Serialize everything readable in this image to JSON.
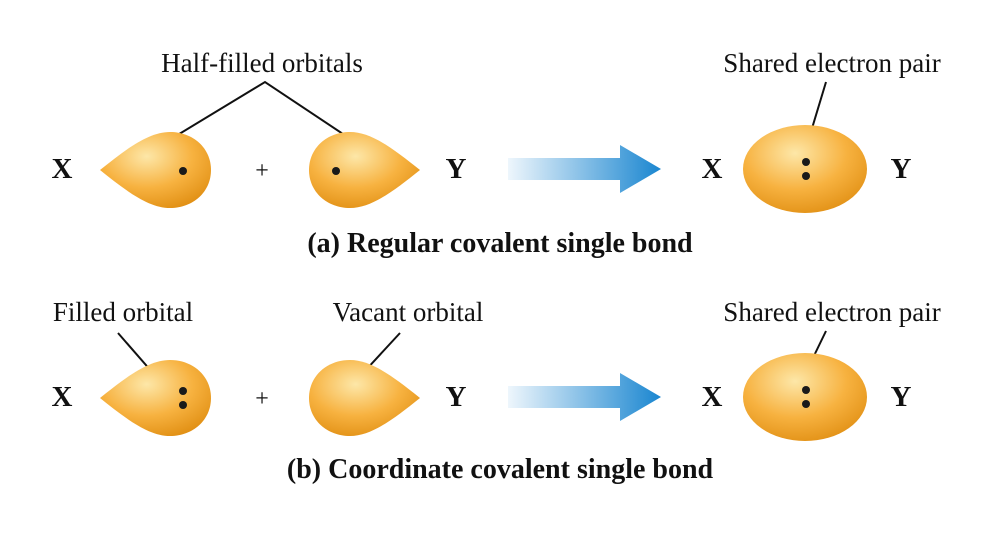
{
  "colors": {
    "orbital_fill_light": "#fde7a8",
    "orbital_fill_mid": "#f7b240",
    "orbital_fill_dark": "#e08e12",
    "arrow_light": "#eef6fc",
    "arrow_dark": "#1a86d0"
  },
  "panel_a": {
    "top_label": "Half-filled orbitals",
    "product_label": "Shared electron pair",
    "left_atom": "X",
    "right_atom": "Y",
    "product_left_atom": "X",
    "product_right_atom": "Y",
    "plus": "+",
    "caption": "(a) Regular covalent single bond"
  },
  "panel_b": {
    "left_label": "Filled orbital",
    "right_label": "Vacant orbital",
    "product_label": "Shared electron pair",
    "left_atom": "X",
    "right_atom": "Y",
    "product_left_atom": "X",
    "product_right_atom": "Y",
    "plus": "+",
    "caption": "(b) Coordinate covalent single bond"
  }
}
